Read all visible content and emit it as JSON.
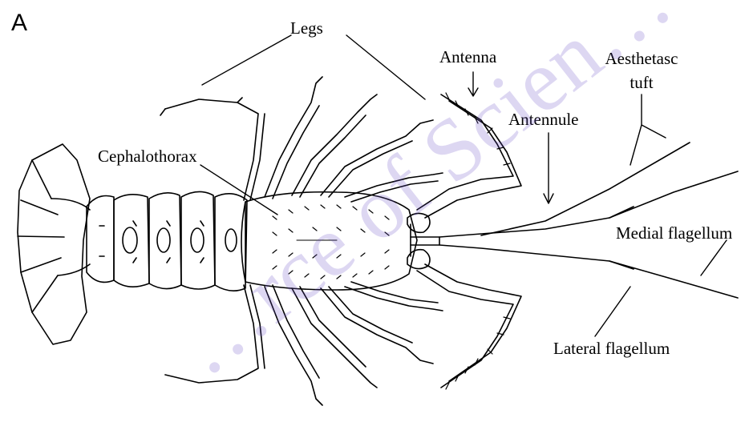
{
  "panel_letter": "A",
  "labels": {
    "legs": "Legs",
    "antenna": "Antenna",
    "aesthetasc_line1": "Aesthetasc",
    "aesthetasc_line2": "tuft",
    "antennule": "Antennule",
    "cephalothorax": "Cephalothorax",
    "medial_flagellum": "Medial flagellum",
    "lateral_flagellum": "Lateral flagellum"
  },
  "watermark_text": "…rce of Scien…",
  "colors": {
    "line": "#000000",
    "watermark": "#6a4fc9",
    "background": "#ffffff"
  }
}
